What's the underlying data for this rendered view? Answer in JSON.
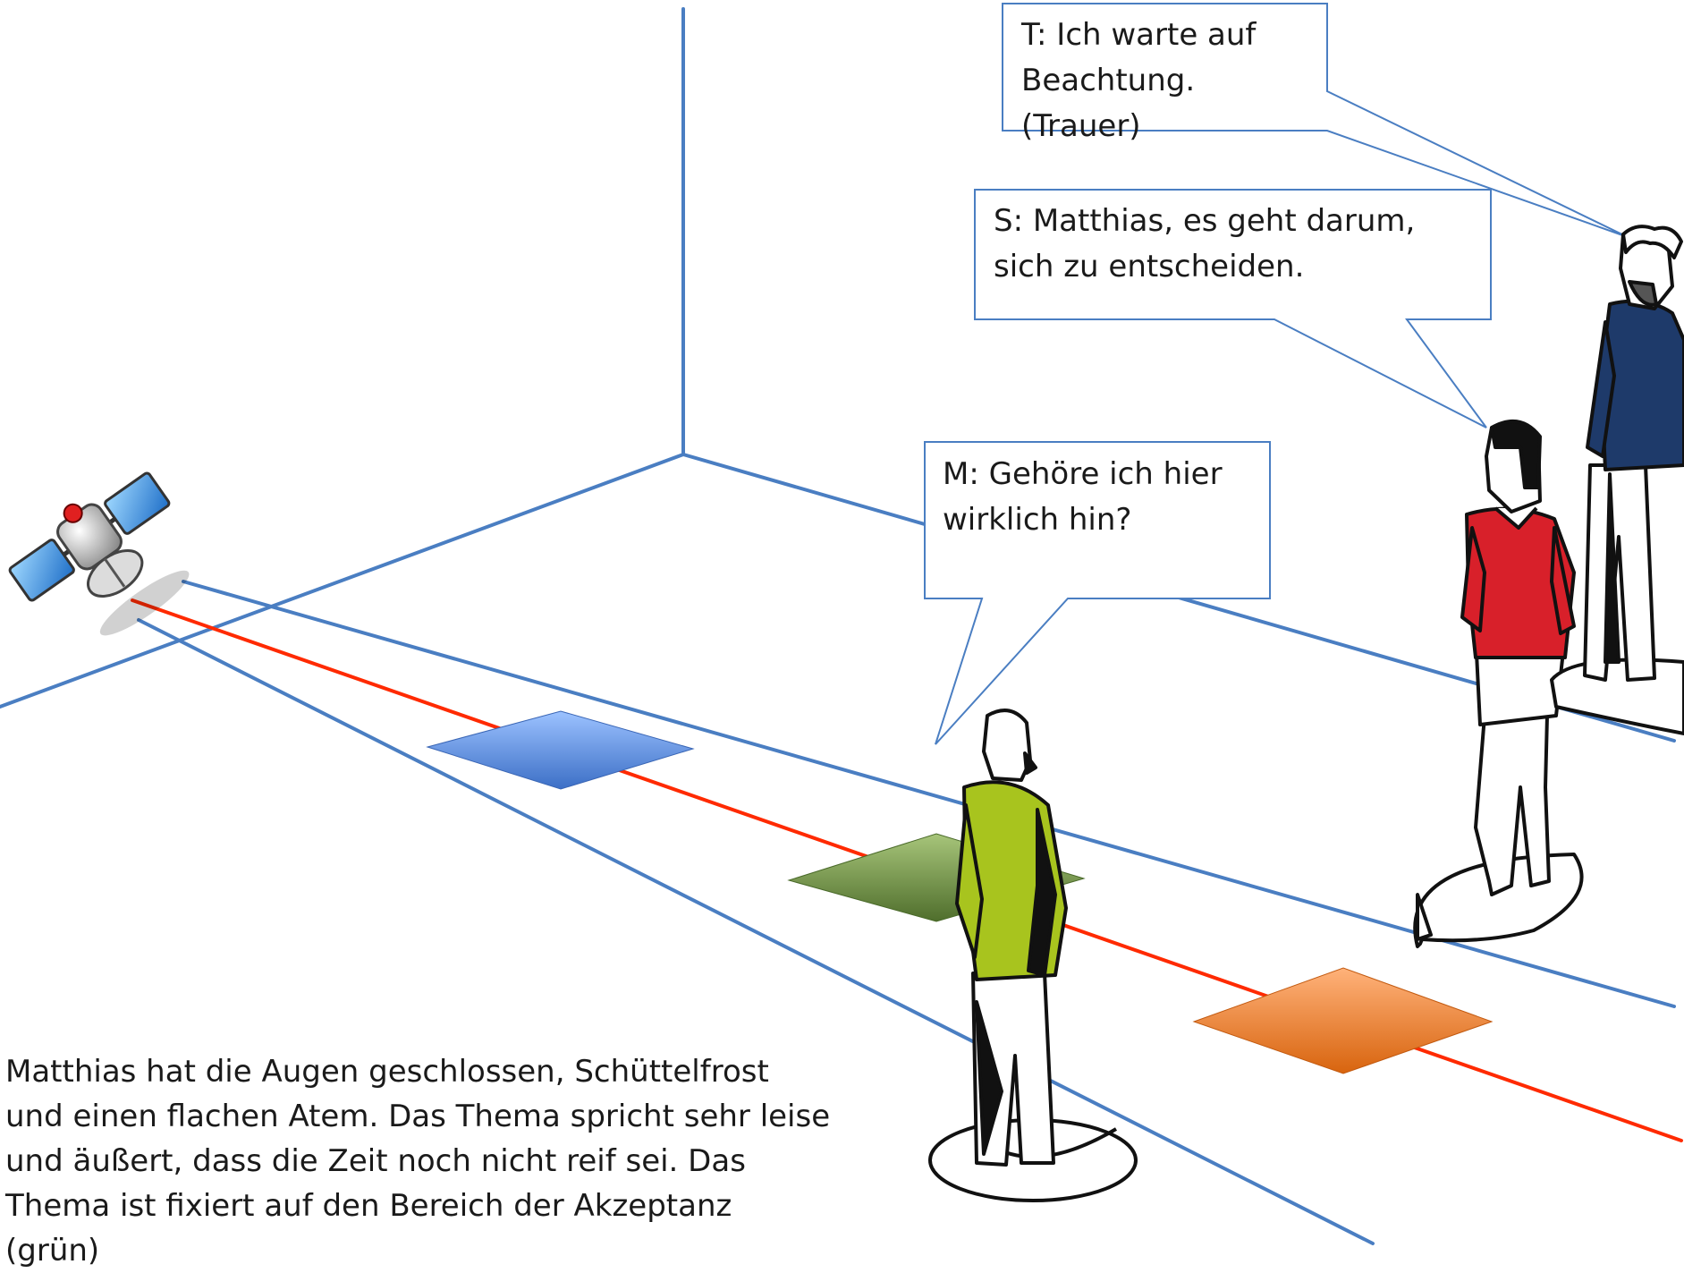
{
  "callouts": {
    "t": {
      "text": "T: Ich warte auf\nBeachtung.\n(Trauer)"
    },
    "s": {
      "text": "S: Matthias, es geht darum,\nsich zu entscheiden."
    },
    "m": {
      "text": "M: Gehöre ich hier\nwirklich hin?"
    }
  },
  "caption": {
    "text": "Matthias hat die Augen geschlossen,  Schüttelfrost\nund einen flachen Atem. Das Thema spricht sehr leise\nund äußert, dass die Zeit noch nicht reif sei. Das\nThema ist fixiert auf den Bereich der Akzeptanz\n(grün)"
  },
  "colors": {
    "axis_blue": "#4a7ec2",
    "center_line_red": "#ff2a00",
    "tile_blue": "#5f8fe0",
    "tile_green": "#78a04a",
    "tile_orange": "#f07b2a",
    "shirt_green": "#a8c41e",
    "sweater_red": "#d8202a",
    "jacket_navy": "#1e3a6a",
    "box_border": "#4a7ec2"
  },
  "icons": [
    "satellite-icon",
    "person-matthias-icon",
    "person-woman-icon",
    "person-bearded-man-icon"
  ]
}
